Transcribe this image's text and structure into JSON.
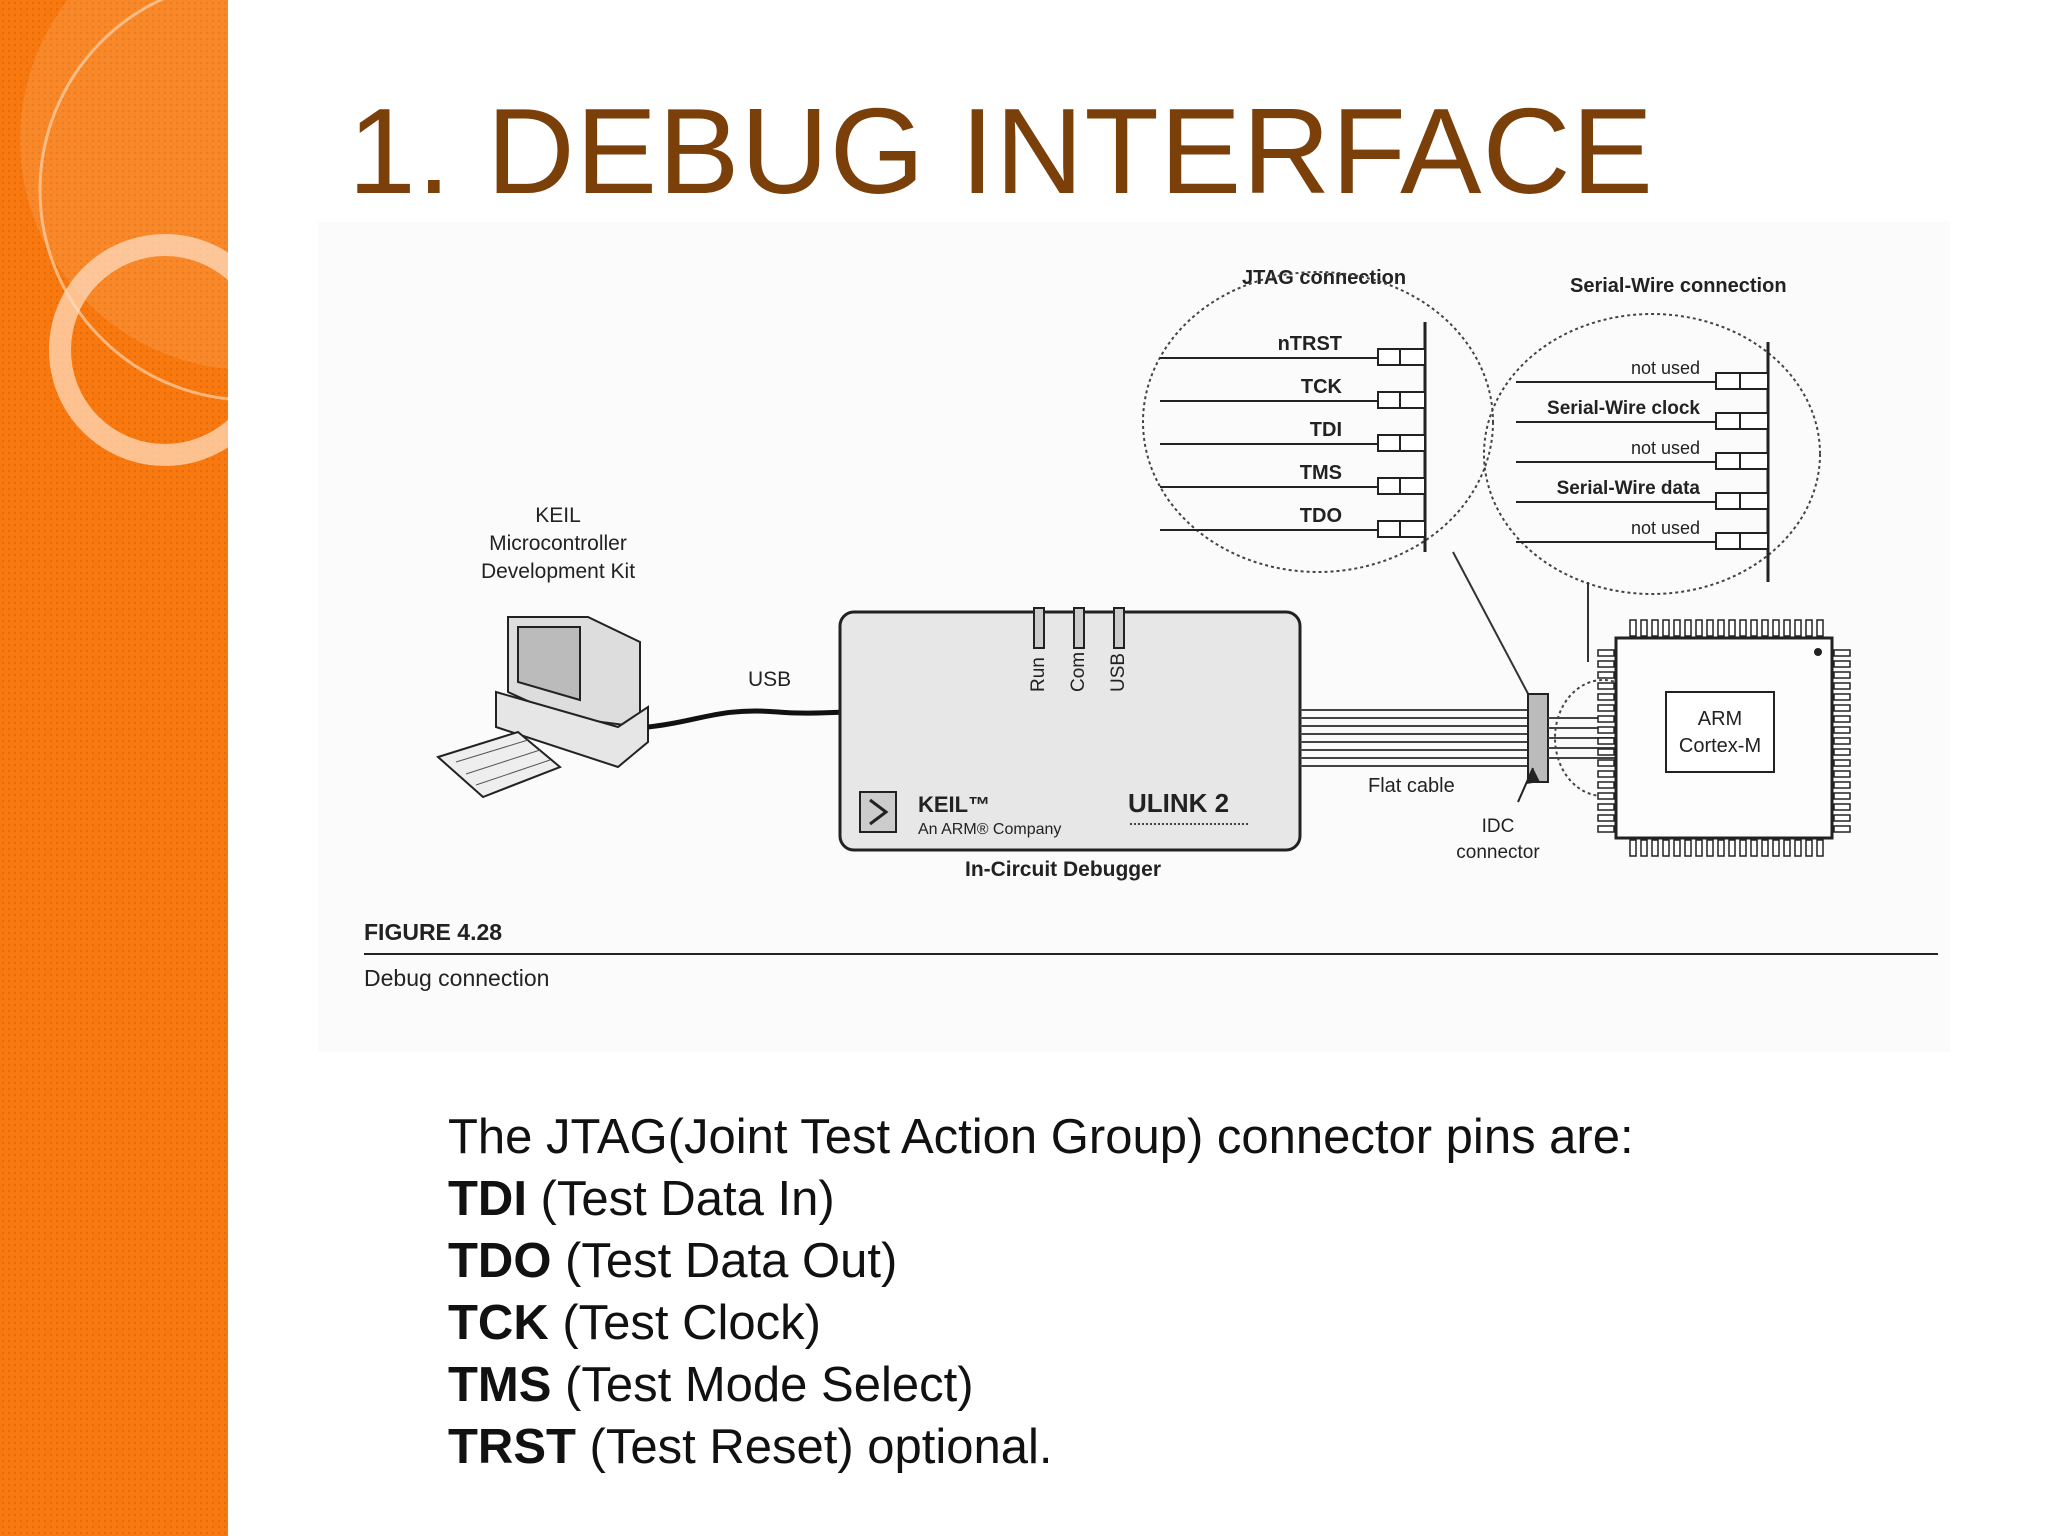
{
  "slide": {
    "title": "1. DEBUG INTERFACE",
    "intro": "The JTAG(Joint Test Action Group) connector pins are:",
    "pins": [
      {
        "code": "TDI",
        "desc": " (Test Data In)"
      },
      {
        "code": "TDO",
        "desc": " (Test Data Out)"
      },
      {
        "code": "TCK",
        "desc": " (Test Clock)"
      },
      {
        "code": "TMS",
        "desc": " (Test Mode Select)"
      },
      {
        "code": "TRST",
        "desc": " (Test Reset) optional."
      }
    ],
    "colors": {
      "sidebar": "#f7790f",
      "title": "#7b3f0a"
    }
  },
  "figure": {
    "jtag_title": "JTAG connection",
    "jtag_pins": [
      "nTRST",
      "TCK",
      "TDI",
      "TMS",
      "TDO"
    ],
    "sw_title": "Serial-Wire connection",
    "sw_pins": [
      "not used",
      "Serial-Wire clock",
      "not used",
      "Serial-Wire data",
      "not used"
    ],
    "pc_label": [
      "KEIL",
      "Microcontroller",
      "Development Kit"
    ],
    "usb_label": "USB",
    "leds": [
      "Run",
      "Com",
      "USB"
    ],
    "keil_brand": "KEIL™",
    "keil_sub": "An ARM® Company",
    "ulink": "ULINK 2",
    "debugger_label": "In-Circuit Debugger",
    "flat_cable": "Flat cable",
    "idc": [
      "IDC",
      "connector"
    ],
    "chip": [
      "ARM",
      "Cortex-M"
    ],
    "fig_number": "FIGURE 4.28",
    "fig_caption": "Debug connection"
  }
}
